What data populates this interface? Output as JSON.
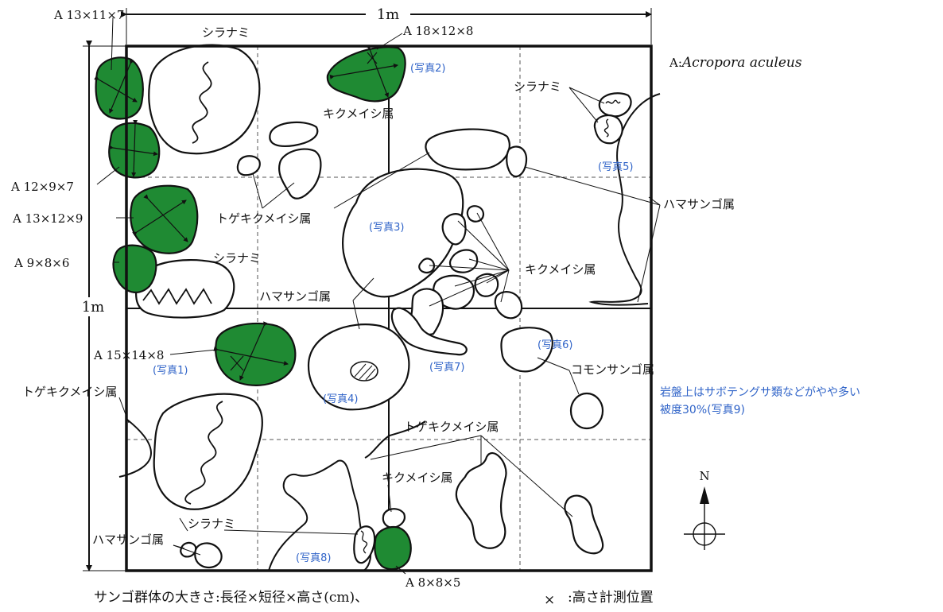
{
  "scale": {
    "width_label": "1m",
    "height_label": "1m"
  },
  "species_legend": {
    "prefix": "A:",
    "name": "Acropora aculeus"
  },
  "acropora_sizes": {
    "a1": "A 13×11×7",
    "a2": "A 18×12×8",
    "a3": "A 12×9×7",
    "a4": "A 13×12×9",
    "a5": "A 9×8×6",
    "a6": "A 15×14×8",
    "a7": "A 8×8×5"
  },
  "taxa_labels": {
    "shiranami_1": "シラナミ",
    "shiranami_2": "シラナミ",
    "shiranami_3": "シラナミ",
    "shiranami_4": "シラナミ",
    "kikumeishi_1": "キクメイシ属",
    "kikumeishi_2": "キクメイシ属",
    "kikumeishi_3": "キクメイシ属",
    "togekikumeishi_1": "トゲキクメイシ属",
    "togekikumeishi_2": "トゲキクメイシ属",
    "togekikumeishi_3": "トゲキクメイシ属",
    "hamasango_1": "ハマサンゴ属",
    "hamasango_2": "ハマサンゴ属",
    "hamasango_3": "ハマサンゴ属",
    "komonsango": "コモンサンゴ属"
  },
  "photo_labels": {
    "p1": "(写真1)",
    "p2": "(写真2)",
    "p3": "(写真3)",
    "p4": "(写真4)",
    "p5": "(写真5)",
    "p6": "(写真6)",
    "p7": "(写真7)",
    "p8": "(写真8)"
  },
  "bedrock_note": {
    "line1": "岩盤上はサボテングサ類などがやや多い",
    "line2": "被度30%(写真9)"
  },
  "compass": {
    "north": "N"
  },
  "footer": {
    "size_legend": "サンゴ群体の大きさ:長径×短径×高さ(cm)、",
    "height_marker": "×",
    "height_legend": ":高さ計測位置"
  },
  "colors": {
    "acropora_fill": "#1f8a33",
    "photo_label": "#2f63c8"
  }
}
